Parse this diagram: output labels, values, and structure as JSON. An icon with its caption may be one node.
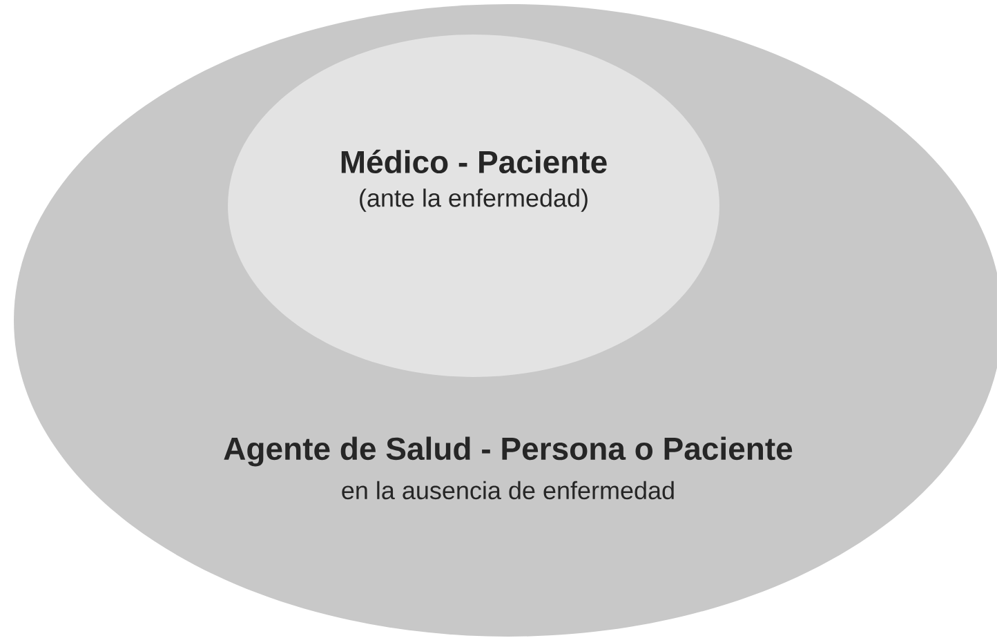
{
  "diagram": {
    "nodes": [
      {
        "text": [
          "Agente de Salud - Persona o Paciente",
          "en la ausencia de enfermedad"
        ]
      },
      {
        "text": [
          "Médico - Paciente",
          "(ante la enfermedad)"
        ],
        "in": 0
      }
    ]
  }
}
